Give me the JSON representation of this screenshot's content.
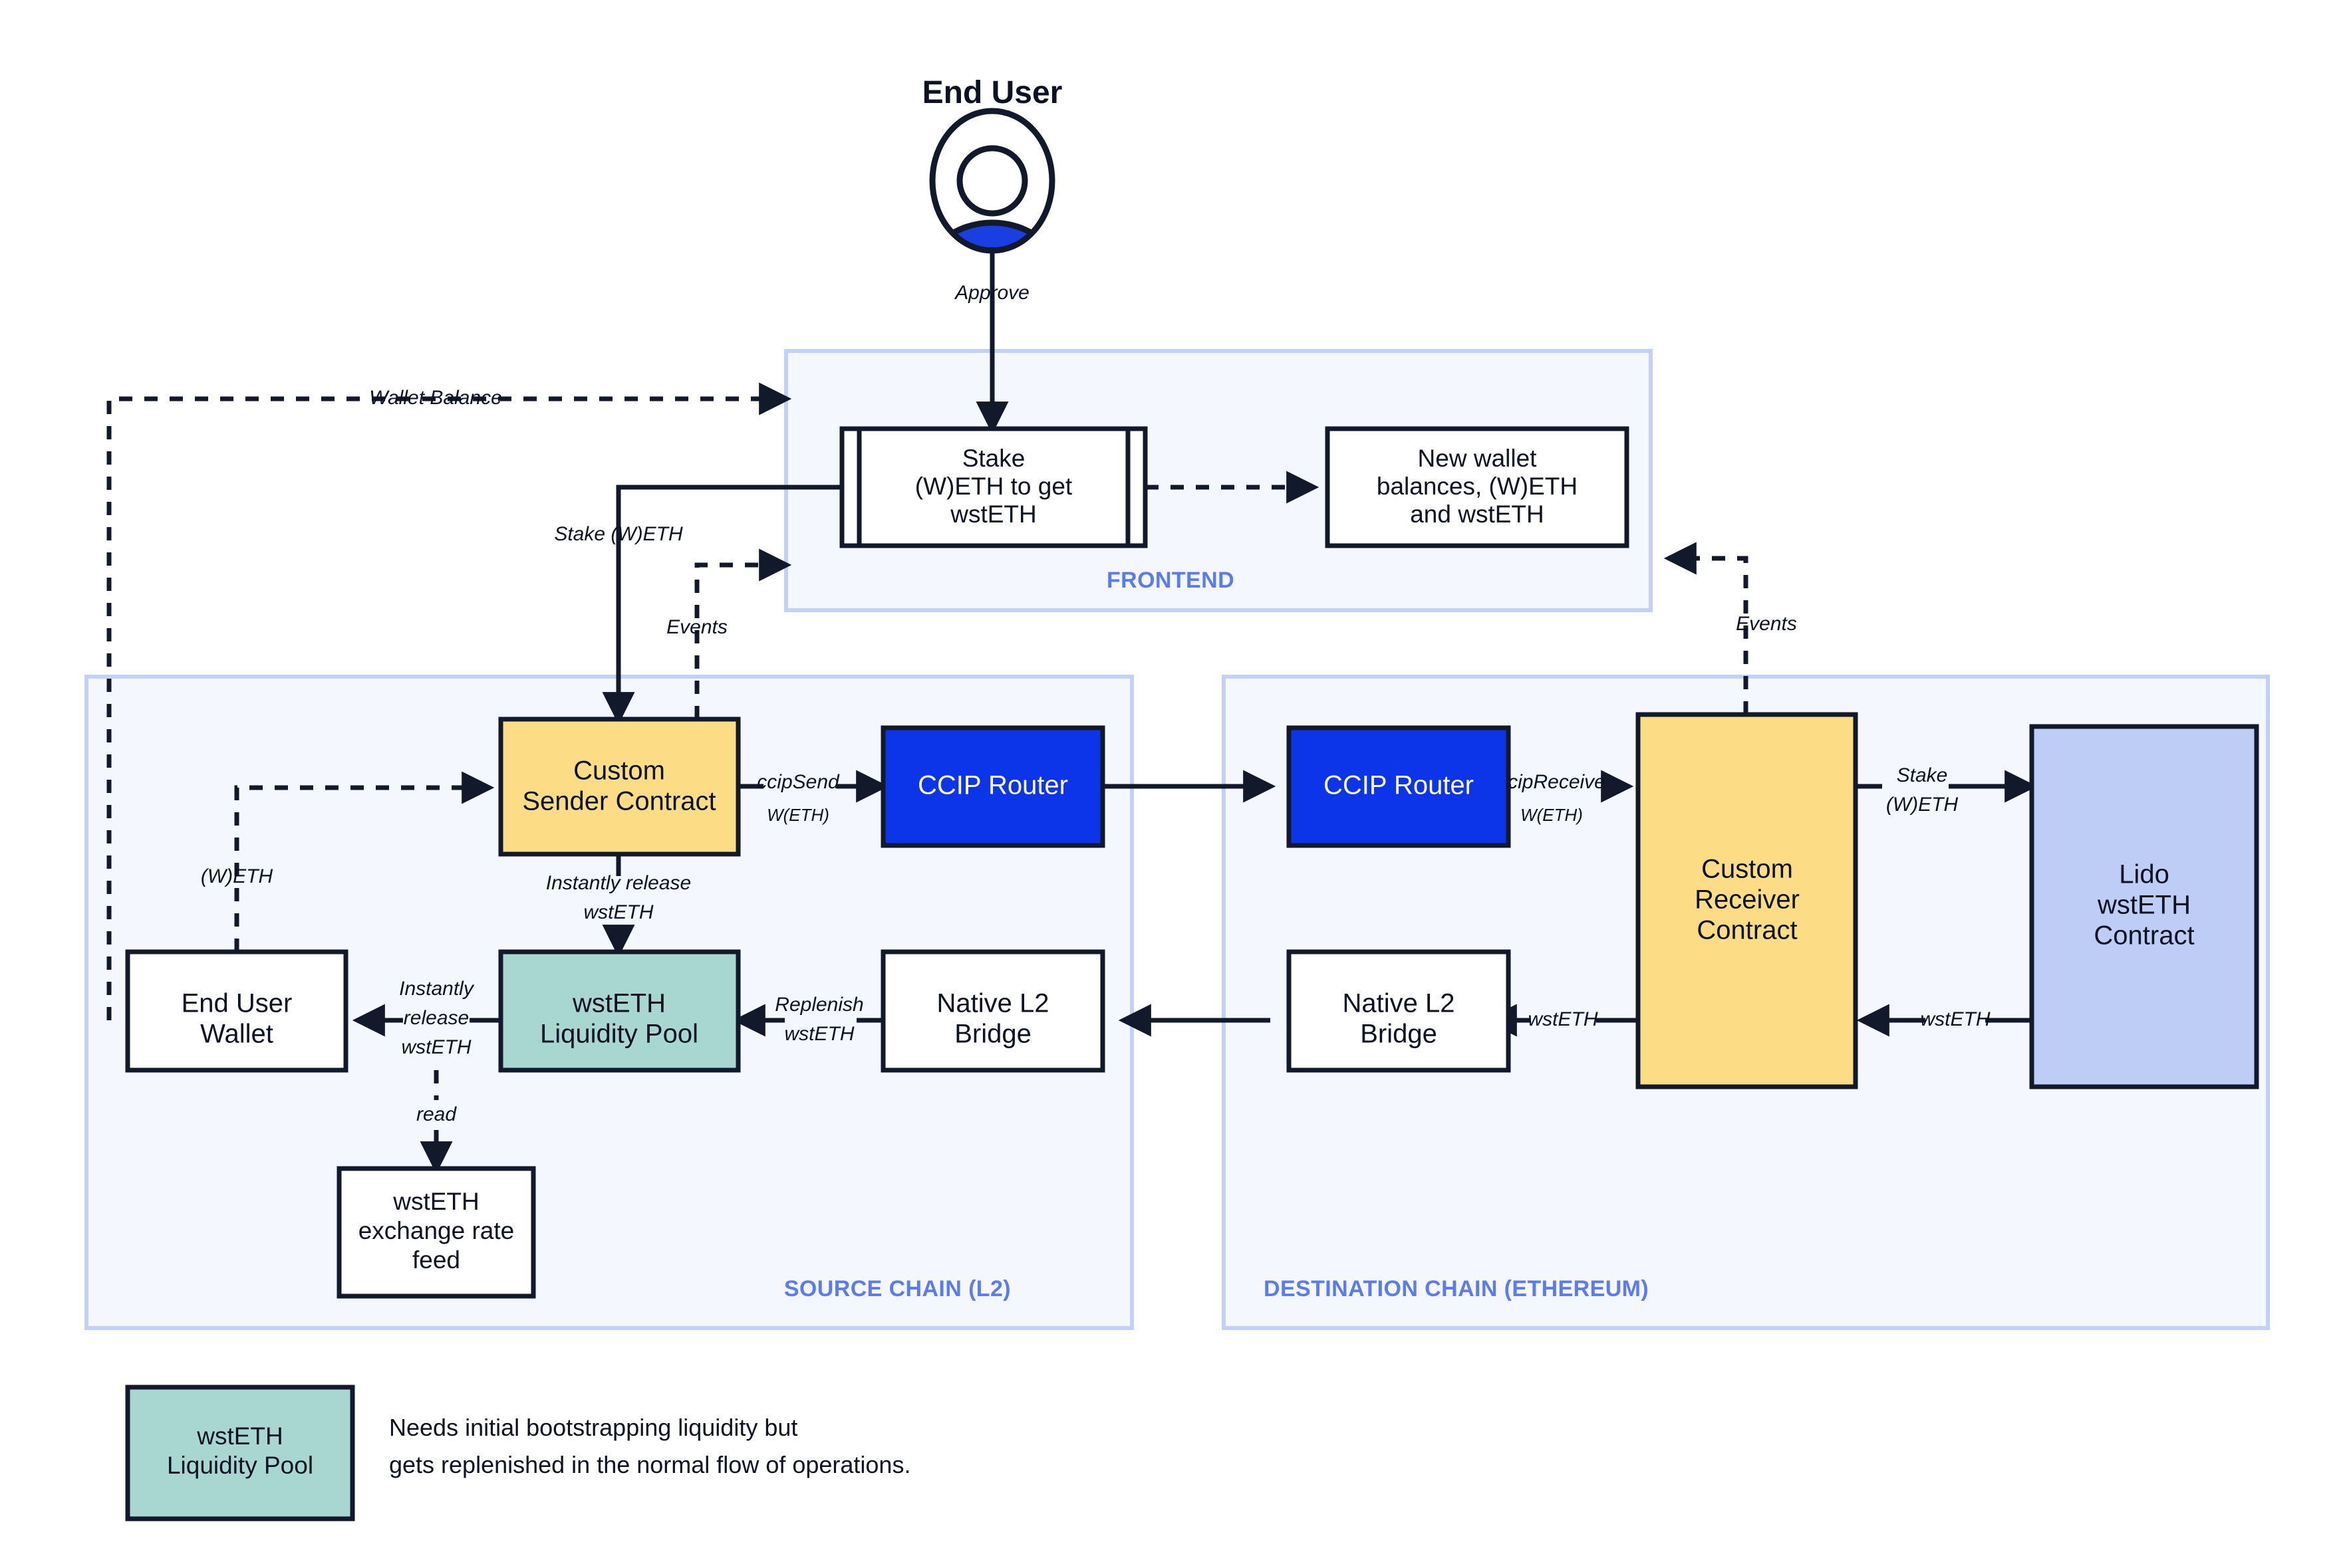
{
  "actor": {
    "label": "End User",
    "icon": "user-avatar-icon"
  },
  "zones": [
    {
      "id": "frontend",
      "label": "FRONTEND"
    },
    {
      "id": "source",
      "label": "SOURCE CHAIN (L2)"
    },
    {
      "id": "destination",
      "label": "DESTINATION CHAIN (ETHEREUM)"
    }
  ],
  "nodes": {
    "stake_form": {
      "lines": [
        "Stake",
        "(W)ETH to get",
        "wstETH"
      ]
    },
    "new_balances": {
      "lines": [
        "New wallet",
        "balances, (W)ETH",
        "and wstETH"
      ]
    },
    "sender_contract": {
      "lines": [
        "Custom",
        "Sender Contract"
      ]
    },
    "ccip_router_src": {
      "lines": [
        "CCIP Router"
      ]
    },
    "ccip_router_dst": {
      "lines": [
        "CCIP Router"
      ]
    },
    "receiver_contract": {
      "lines": [
        "Custom",
        "Receiver",
        "Contract"
      ]
    },
    "lido_contract": {
      "lines": [
        "Lido",
        "wstETH",
        "Contract"
      ]
    },
    "end_user_wallet": {
      "lines": [
        "End User",
        "Wallet"
      ]
    },
    "liquidity_pool": {
      "lines": [
        "wstETH",
        "Liquidity Pool"
      ]
    },
    "native_bridge_src": {
      "lines": [
        "Native L2",
        "Bridge"
      ]
    },
    "native_bridge_dst": {
      "lines": [
        "Native L2",
        "Bridge"
      ]
    },
    "rate_feed": {
      "lines": [
        "wstETH",
        "exchange rate",
        "feed"
      ]
    }
  },
  "edge_labels": {
    "approve": "Approve",
    "wallet_balance": "Wallet Balance",
    "stake_weth": "Stake (W)ETH",
    "events_left": "Events",
    "events_right": "Events",
    "ccip_send": "ccipSend",
    "ccip_send_token": "W(ETH)",
    "ccip_receive": "ccipReceive",
    "ccip_receive_token": "W(ETH)",
    "stake_weth_dst_l1": "Stake",
    "stake_weth_dst_l2": "(W)ETH",
    "wsteth_lido": "wstETH",
    "wsteth_bridge": "wstETH",
    "instant_release_l1": "Instantly release",
    "instant_release_l2": "wstETH",
    "release_wallet_l1": "Instantly",
    "release_wallet_l2": "release",
    "release_wallet_l3": "wstETH",
    "replenish_l1": "Replenish",
    "replenish_l2": "wstETH",
    "read": "read",
    "weth_left": "(W)ETH"
  },
  "legend": {
    "swatch_lines": [
      "wstETH",
      "Liquidity Pool"
    ],
    "note_lines": [
      "Needs initial bootstrapping liquidity but",
      "gets replenished in the normal flow of operations."
    ]
  },
  "colors": {
    "zone_fill": "#f5f7ff",
    "zone_stroke": "#c2d0fb",
    "zone_label": "#5b7cf0",
    "stroke": "#12192b",
    "yellow": "#fddc86",
    "teal": "#a8d7d2",
    "router_blue": "#0c34e8",
    "lido_blue": "#bdcdf6",
    "avatar_blue": "#1a3fe0"
  }
}
